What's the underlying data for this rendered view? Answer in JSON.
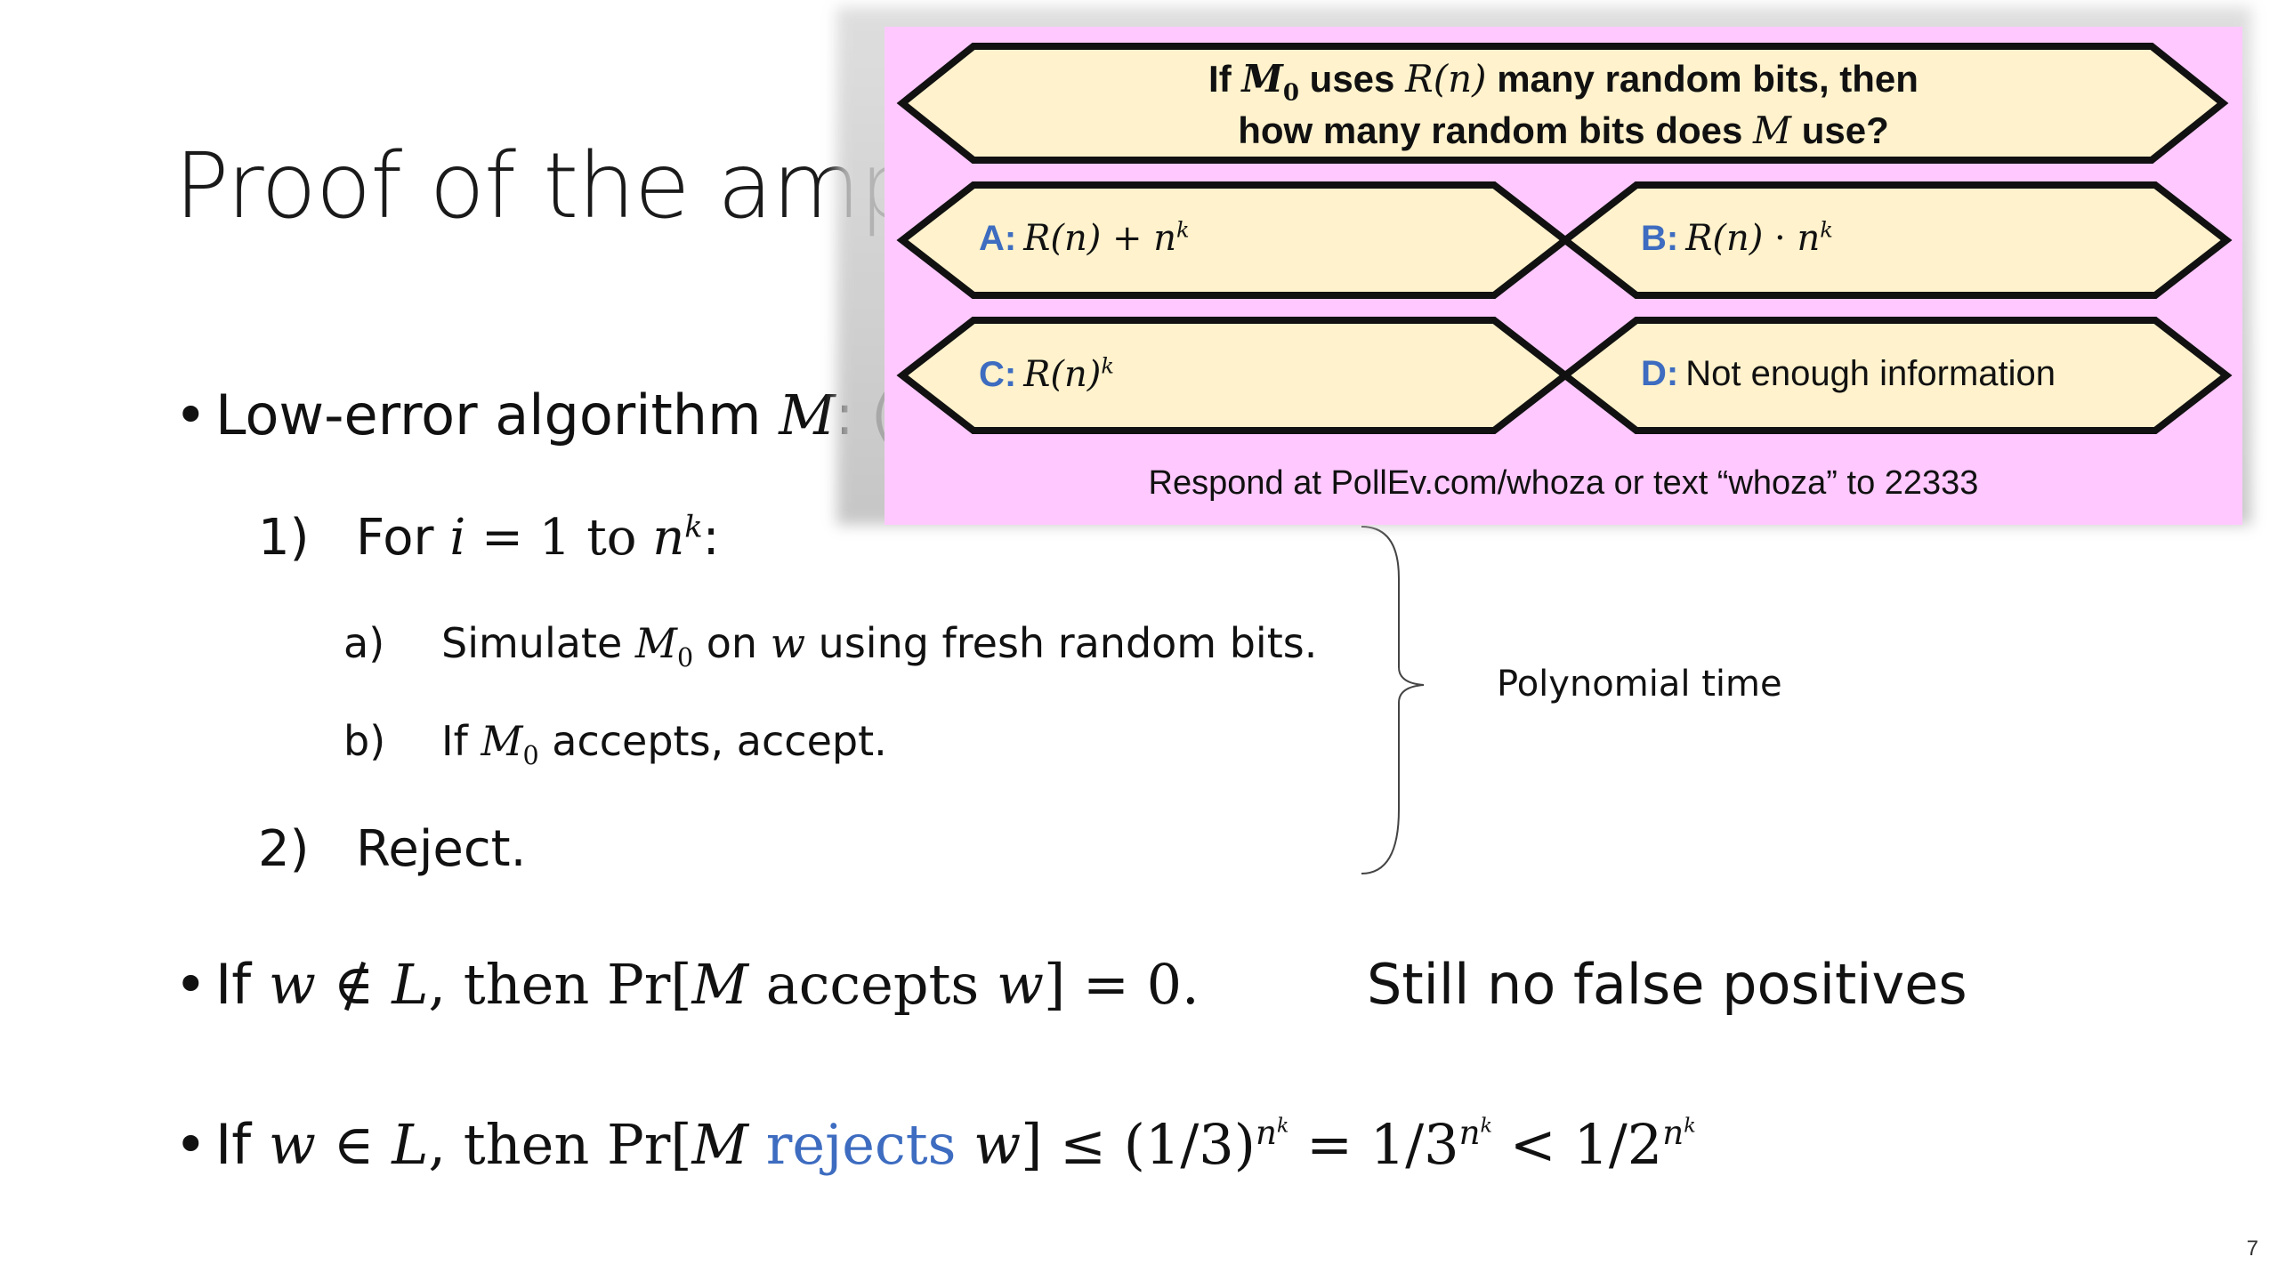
{
  "slide": {
    "title": "Proof of the amp",
    "page_number": "7",
    "bullet_low_error": {
      "text_before": "Low-error algorithm ",
      "var": "M",
      "text_after": ": ("
    },
    "step1": {
      "number": "1)",
      "text": "For ",
      "var_i": "i",
      "eq": " = 1 to ",
      "var_n": "n",
      "sup_k": "k",
      "colon": ":"
    },
    "step1a": {
      "letter": "a)",
      "t1": "Simulate ",
      "var_M": "M",
      "sub0": "0",
      "t2": " on ",
      "var_w": "w",
      "t3": " using fresh random bits."
    },
    "step1b": {
      "letter": "b)",
      "t1": "If ",
      "var_M": "M",
      "sub0": "0",
      "t2": " accepts, accept."
    },
    "step2": {
      "number": "2)",
      "text": "Reject."
    },
    "brace_note": "Polynomial time",
    "bullet_not_in_L": {
      "t1": "If ",
      "var_w": "w",
      "t2": " ∉ ",
      "var_L": "L",
      "t3": ", then Pr[",
      "var_M": "M",
      "t4": " accepts ",
      "var_w2": "w",
      "t5": "] = 0."
    },
    "note_false_positives": "Still no false positives",
    "bullet_in_L": {
      "t1": "If ",
      "var_w": "w",
      "t2": " ∈ ",
      "var_L": "L",
      "t3": ", then Pr[",
      "var_M": "M",
      "rejects": "rejects",
      "var_w2": "w",
      "t4": "] ≤ (1/3)",
      "exp1_n": "n",
      "exp1_k": "k",
      "t5": " = 1/3",
      "exp2_n": "n",
      "exp2_k": "k",
      "t6": " < 1/2",
      "exp3_n": "n",
      "exp3_k": "k"
    },
    "colors": {
      "accent_blue": "#3d6cc0",
      "poll_background": "#ffc9ff",
      "hex_fill": "#fff2cc"
    }
  },
  "poll": {
    "question": {
      "l1_a": "If ",
      "l1_M": "M",
      "l1_sub": "0",
      "l1_b": " uses ",
      "l1_R": "R",
      "l1_n": "(n)",
      "l1_c": " many random bits, then",
      "l2_a": "how many random bits does ",
      "l2_M": "M",
      "l2_b": " use?"
    },
    "options": {
      "A": {
        "label": "A:",
        "expr_R": "R",
        "expr_n": "(n)",
        "expr_op": " + ",
        "expr_var": "n",
        "expr_sup": "k"
      },
      "B": {
        "label": "B:",
        "expr_R": "R",
        "expr_n": "(n)",
        "expr_op": " · ",
        "expr_var": "n",
        "expr_sup": "k"
      },
      "C": {
        "label": "C:",
        "expr_R": "R",
        "expr_n": "(n)",
        "expr_sup": "k"
      },
      "D": {
        "label": "D:",
        "text": "Not enough information"
      }
    },
    "respond": "Respond at PollEv.com/whoza or text “whoza” to 22333"
  }
}
